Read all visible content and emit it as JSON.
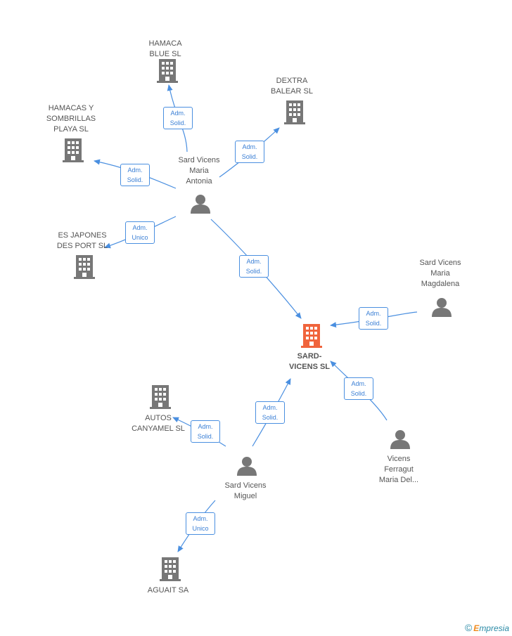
{
  "colors": {
    "edge": "#4a8fe0",
    "node": "#777777",
    "center": "#f0643c"
  },
  "nodes": [
    {
      "id": "hamaca_blue",
      "kind": "company",
      "label": "HAMACA\nBLUE SL"
    },
    {
      "id": "dextra",
      "kind": "company",
      "label": "DEXTRA\nBALEAR SL"
    },
    {
      "id": "hamacas_sombrillas",
      "kind": "company",
      "label": "HAMACAS Y\nSOMBRILLAS\nPLAYA SL"
    },
    {
      "id": "sard_antonia",
      "kind": "person",
      "label": "Sard Vicens\nMaria\nAntonia"
    },
    {
      "id": "es_japones",
      "kind": "company",
      "label": "ES JAPONES\nDES PORT SL"
    },
    {
      "id": "sard_magdalena",
      "kind": "person",
      "label": "Sard Vicens\nMaria\nMagdalena"
    },
    {
      "id": "sard_vicens_sl",
      "kind": "center",
      "label": "SARD-\nVICENS SL"
    },
    {
      "id": "autos",
      "kind": "company",
      "label": "AUTOS\nCANYAMEL SL"
    },
    {
      "id": "vicens_ferragut",
      "kind": "person",
      "label": "Vicens\nFerragut\nMaria Del..."
    },
    {
      "id": "sard_miguel",
      "kind": "person",
      "label": "Sard Vicens\nMiguel"
    },
    {
      "id": "aguait",
      "kind": "company",
      "label": "AGUAIT SA"
    }
  ],
  "edges": [
    {
      "from": "sard_antonia",
      "to": "hamaca_blue",
      "label": "Adm.\nSolid."
    },
    {
      "from": "sard_antonia",
      "to": "dextra",
      "label": "Adm.\nSolid."
    },
    {
      "from": "sard_antonia",
      "to": "hamacas_sombrillas",
      "label": "Adm.\nSolid."
    },
    {
      "from": "sard_antonia",
      "to": "es_japones",
      "label": "Adm.\nUnico"
    },
    {
      "from": "sard_antonia",
      "to": "sard_vicens_sl",
      "label": "Adm.\nSolid."
    },
    {
      "from": "sard_magdalena",
      "to": "sard_vicens_sl",
      "label": "Adm.\nSolid."
    },
    {
      "from": "vicens_ferragut",
      "to": "sard_vicens_sl",
      "label": "Adm.\nSolid."
    },
    {
      "from": "sard_miguel",
      "to": "sard_vicens_sl",
      "label": "Adm.\nSolid."
    },
    {
      "from": "sard_miguel",
      "to": "autos",
      "label": "Adm.\nSolid."
    },
    {
      "from": "sard_miguel",
      "to": "aguait",
      "label": "Adm.\nUnico"
    }
  ],
  "footer": {
    "copyright": "©",
    "brand_initial": "E",
    "brand_rest": "mpresia"
  }
}
